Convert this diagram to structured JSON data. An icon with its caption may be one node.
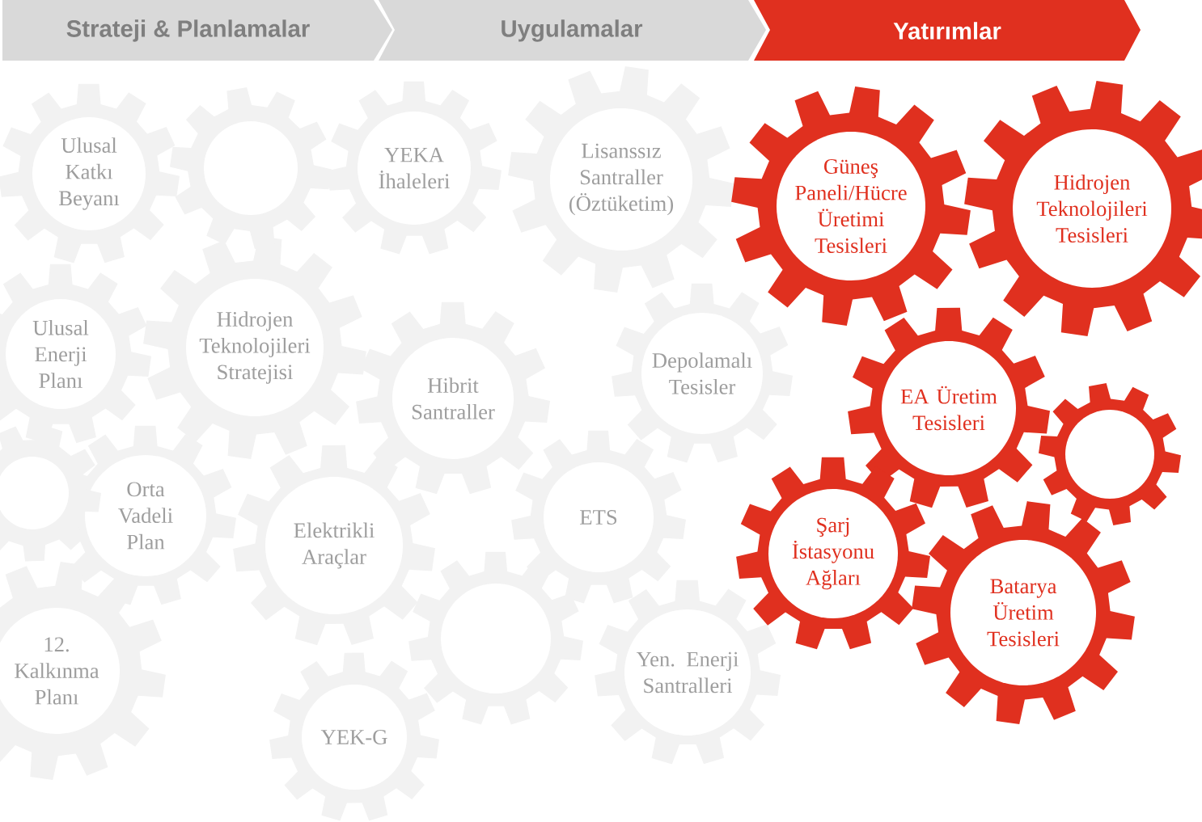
{
  "diagram": {
    "nodes": [
      {
        "text": [
          "Strateji & Planlamalar"
        ]
      },
      {
        "text": [
          "Uygulamalar"
        ]
      },
      {
        "text": [
          "Yatırımlar"
        ]
      },
      {
        "text": [
          "Ulusal Katkı Beyanı"
        ]
      },
      {
        "text": [],
        "shape": "gear"
      },
      {
        "text": [
          "YEKA İhaleleri"
        ]
      },
      {
        "text": [
          "Lisanssız Santraller (Öztüketim)"
        ]
      },
      {
        "text": [
          "Güneş Paneli/Hücre Üretimi Tesisleri"
        ]
      },
      {
        "text": [
          "Hidrojen Teknolojileri Tesisleri"
        ]
      },
      {
        "text": [
          "Ulusal Enerji Planı"
        ]
      },
      {
        "text": [
          "Hidrojen Teknolojileri Stratejisi"
        ]
      },
      {
        "text": [
          "Depolamalı Tesisler"
        ]
      },
      {
        "text": [
          "Hibrit Santraller"
        ]
      },
      {
        "text": [
          "EA Üretim Tesisleri"
        ]
      },
      {
        "text": [],
        "shape": "gear"
      },
      {
        "text": [
          "Orta Vadeli Plan"
        ]
      },
      {
        "text": [],
        "shape": "gear"
      },
      {
        "text": [
          "ETS"
        ]
      },
      {
        "text": [
          "Elektrikli Araçlar"
        ]
      },
      {
        "text": [
          "Şarj İstasyonu Ağları"
        ]
      },
      {
        "text": [
          "Batarya Üretim Tesisleri"
        ]
      },
      {
        "text": [],
        "shape": "gear"
      },
      {
        "text": [
          "12. Kalkınma Planı"
        ]
      },
      {
        "text": [
          "Yen. Enerji Santralleri"
        ]
      },
      {
        "text": [
          "YEK-G"
        ]
      }
    ]
  }
}
